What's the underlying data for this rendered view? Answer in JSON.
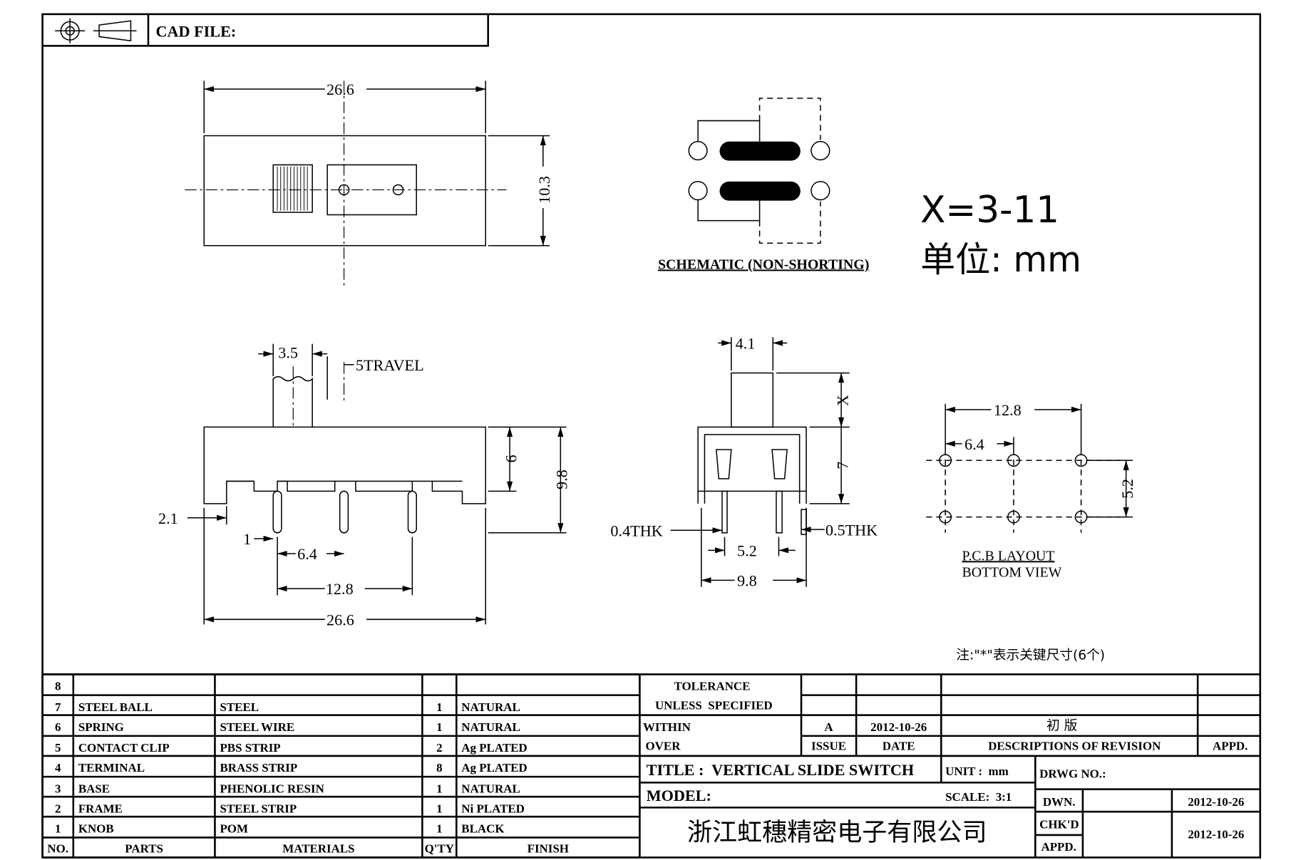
{
  "header": {
    "cad_file_label": "CAD FILE:"
  },
  "top_view": {
    "width_dim": "26.6",
    "height_dim": "10.3"
  },
  "schematic": {
    "label": "SCHEMATIC (NON-SHORTING)"
  },
  "notes": {
    "x_range": "X=3-11",
    "unit": "单位: mm",
    "key_dim_note": "注:\"*\"表示关键尺寸(6个)"
  },
  "side_view": {
    "knob_dim": "3.5",
    "travel": "5TRAVEL",
    "dim_6": "6",
    "dim_9_8": "9.8",
    "dim_2_1": "2.1",
    "dim_1": "1",
    "dim_6_4": "6.4",
    "dim_12_8": "12.8",
    "dim_26_6": "26.6"
  },
  "end_view": {
    "knob_dim": "4.1",
    "x_dim": "X",
    "dim_7": "7",
    "thk_left": "0.4THK",
    "thk_right": "0.5THK",
    "dim_5_2": "5.2",
    "dim_9_8": "9.8"
  },
  "pcb_layout": {
    "dim_12_8": "12.8",
    "dim_6_4": "6.4",
    "dim_5_2": "5.2",
    "label_1": "P.C.B LAYOUT",
    "label_2": "BOTTOM VIEW"
  },
  "bom": {
    "headers": [
      "NO.",
      "PARTS",
      "MATERIALS",
      "Q'TY",
      "FINISH"
    ],
    "rows": [
      [
        "8",
        "",
        "",
        "",
        ""
      ],
      [
        "7",
        "STEEL BALL",
        "STEEL",
        "1",
        "NATURAL"
      ],
      [
        "6",
        "SPRING",
        "STEEL WIRE",
        "1",
        "NATURAL"
      ],
      [
        "5",
        "CONTACT CLIP",
        "PBS STRIP",
        "2",
        "Ag PLATED"
      ],
      [
        "4",
        "TERMINAL",
        "BRASS STRIP",
        "8",
        "Ag PLATED"
      ],
      [
        "3",
        "BASE",
        "PHENOLIC RESIN",
        "1",
        "NATURAL"
      ],
      [
        "2",
        "FRAME",
        "STEEL STRIP",
        "1",
        "Ni PLATED"
      ],
      [
        "1",
        "KNOB",
        "POM",
        "1",
        "BLACK"
      ]
    ]
  },
  "title_block": {
    "tolerance": "TOLERANCE",
    "unless_specified": "UNLESS  SPECIFIED",
    "within": "WITHIN",
    "over": "OVER",
    "revision": {
      "issue": "A",
      "date": "2012-10-26",
      "description": "初 版"
    },
    "rev_headers": {
      "issue": "ISSUE",
      "date": "DATE",
      "description": "DESCRIPTIONS OF REVISION",
      "appd": "APPD."
    },
    "title": "TITLE :  VERTICAL SLIDE SWITCH",
    "unit": "UNIT :  mm",
    "model": "MODEL:",
    "scale": "SCALE:  3:1",
    "drwg_no": "DRWG NO.:",
    "company": "浙江虹穗精密电子有限公司",
    "dwn_label": "DWN.",
    "dwn_date": "2012-10-26",
    "chkd_label": "CHK'D",
    "appd_label": "APPD.",
    "chk_date": "2012-10-26"
  }
}
